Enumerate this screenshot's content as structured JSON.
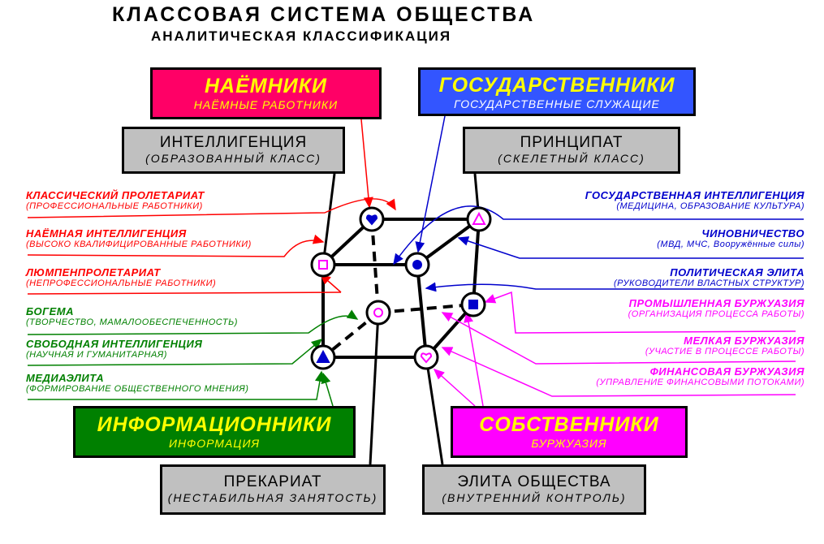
{
  "title": "КЛАССОВАЯ  СИСТЕМА  ОБЩЕСТВА",
  "subtitle": "АНАЛИТИЧЕСКАЯ КЛАССИФИКАЦИЯ",
  "colors": {
    "naemniki": "#ff0066",
    "gos": "#3355ff",
    "info": "#008000",
    "sob": "#ff00ff",
    "gray_box": "#c0c0c0",
    "yellow_text": "#ffff00"
  },
  "boxes": {
    "naemniki": {
      "main": "НАЁМНИКИ",
      "sub": "НАЁМНЫЕ РАБОТНИКИ"
    },
    "gos": {
      "main": "ГОСУДАРСТВЕННИКИ",
      "sub": "ГОСУДАРСТВЕННЫЕ СЛУЖАЩИЕ"
    },
    "info": {
      "main": "ИНФОРМАЦИОННИКИ",
      "sub": "ИНФОРМАЦИЯ"
    },
    "sob": {
      "main": "СОБСТВЕННИКИ",
      "sub": "БУРЖУАЗИЯ"
    },
    "intel": {
      "main": "ИНТЕЛЛИГЕНЦИЯ",
      "sub": "(ОБРАЗОВАННЫЙ КЛАСС)"
    },
    "prin": {
      "main": "ПРИНЦИПАТ",
      "sub": "(СКЕЛЕТНЫЙ КЛАСС)"
    },
    "prek": {
      "main": "ПРЕКАРИАТ",
      "sub": "(НЕСТАБИЛЬНАЯ ЗАНЯТОСТЬ)"
    },
    "elita": {
      "main": "ЭЛИТА ОБЩЕСТВА",
      "sub": "(ВНУТРЕННИЙ КОНТРОЛЬ)"
    }
  },
  "left_labels": [
    {
      "h": "КЛАССИЧЕСКИЙ ПРОЛЕТАРИАТ",
      "s": "(ПРОФЕССИОНАЛЬНЫЕ РАБОТНИКИ)"
    },
    {
      "h": "НАЁМНАЯ ИНТЕЛЛИГЕНЦИЯ",
      "s": "(ВЫСОКО КВАЛИФИЦИРОВАННЫЕ РАБОТНИКИ)"
    },
    {
      "h": "ЛЮМПЕНПРОЛЕТАРИАТ",
      "s": "(НЕПРОФЕССИОНАЛЬНЫЕ РАБОТНИКИ)"
    },
    {
      "h": "БОГЕМА",
      "s": "(ТВОРЧЕСТВО, МАМАЛООБЕСПЕЧЕННОСТЬ)"
    },
    {
      "h": "СВОБОДНАЯ ИНТЕЛЛИГЕНЦИЯ",
      "s": "(НАУЧНАЯ И ГУМАНИТАРНАЯ)"
    },
    {
      "h": "МЕДИАЭЛИТА",
      "s": "(ФОРМИРОВАНИЕ ОБЩЕСТВЕННОГО МНЕНИЯ)"
    }
  ],
  "right_labels": [
    {
      "h": "ГОСУДАРСТВЕННАЯ ИНТЕЛЛИГЕНЦИЯ",
      "s": "(МЕДИЦИНА, ОБРАЗОВАНИЕ КУЛЬТУРА)"
    },
    {
      "h": "ЧИНОВНИЧЕСТВО",
      "s": "(МВД, МЧС, Вооружённые силы)"
    },
    {
      "h": "ПОЛИТИЧЕСКАЯ ЭЛИТА",
      "s": "(РУКОВОДИТЕЛИ ВЛАСТНЫХ СТРУКТУР)"
    },
    {
      "h": "ПРОМЫШЛЕННАЯ БУРЖУАЗИЯ",
      "s": "(ОРГАНИЗАЦИЯ ПРОЦЕССА РАБОТЫ)"
    },
    {
      "h": "МЕЛКАЯ БУРЖУАЗИЯ",
      "s": "(УЧАСТИЕ В ПРОЦЕССЕ РАБОТЫ)"
    },
    {
      "h": "ФИНАНСОВАЯ БУРЖУАЗИЯ",
      "s": "(УПРАВЛЕНИЕ ФИНАНСОВЫМИ ПОТОКАМИ)"
    }
  ],
  "nodes": [
    {
      "id": "top-back-left",
      "shape": "heart",
      "color": "#ff0066"
    },
    {
      "id": "top-back-right",
      "shape": "triangle",
      "color": "#ff00ff"
    },
    {
      "id": "top-front-left",
      "shape": "square",
      "color": "#ff00ff"
    },
    {
      "id": "top-front-right",
      "shape": "circle",
      "color": "#0000cc"
    },
    {
      "id": "bottom-back-left",
      "shape": "ring",
      "color": "#ff00ff"
    },
    {
      "id": "bottom-back-right",
      "shape": "square",
      "color": "#0000cc"
    },
    {
      "id": "bottom-front-left",
      "shape": "triangle",
      "color": "#0000cc"
    },
    {
      "id": "bottom-front-right",
      "shape": "heart",
      "color": "#ff00ff"
    }
  ]
}
